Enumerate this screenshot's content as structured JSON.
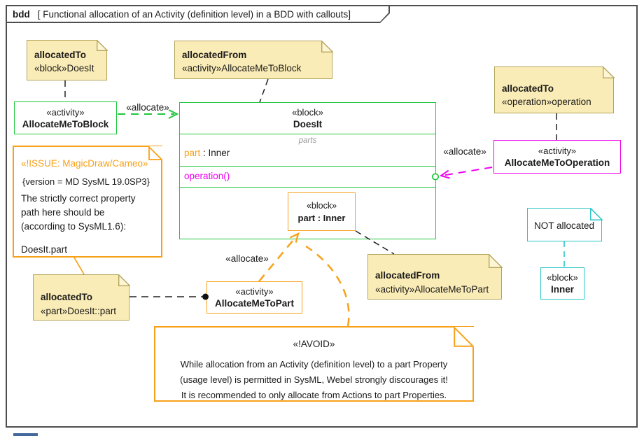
{
  "frame": {
    "keyword": "bdd",
    "title": "[ Functional allocation of an Activity (definition level) in a BDD with callouts]"
  },
  "edge_labels": {
    "allocate_to_block": "«allocate»",
    "allocate_to_operation": "«allocate»",
    "allocate_to_part": "«allocate»"
  },
  "blocks": {
    "allocate_me_to_block": {
      "stereotype": "«activity»",
      "name": "AllocateMeToBlock"
    },
    "doesit": {
      "stereotype": "«block»",
      "name": "DoesIt",
      "parts_compartment_label": "parts",
      "part_name": "part",
      "part_type": " : Inner",
      "operation": "operation()"
    },
    "part_inner": {
      "stereotype": "«block»",
      "name": "part : Inner"
    },
    "allocate_me_to_operation": {
      "stereotype": "«activity»",
      "name": "AllocateMeToOperation"
    },
    "allocate_me_to_part": {
      "stereotype": "«activity»",
      "name": "AllocateMeToPart"
    },
    "inner": {
      "stereotype": "«block»",
      "name": "Inner"
    }
  },
  "notes": {
    "allocated_to_doesit": {
      "title": "allocatedTo",
      "body": "«block»DoesIt"
    },
    "allocated_from_block": {
      "title": "allocatedFrom",
      "body": "«activity»AllocateMeToBlock"
    },
    "allocated_to_operation": {
      "title": "allocatedTo",
      "body": "«operation»operation"
    },
    "issue": {
      "heading": "«!ISSUE: MagicDraw/Cameo»",
      "version": "{version = MD SysML 19.0SP3}",
      "body_line1": "The strictly correct property",
      "body_line2": "path here should be",
      "body_line3": "(according to SysML1.6):",
      "path": "DoesIt.part"
    },
    "allocated_to_part": {
      "title": "allocatedTo",
      "body": "«part»DoesIt::part"
    },
    "allocated_from_part": {
      "title": "allocatedFrom",
      "body": "«activity»AllocateMeToPart"
    },
    "not_allocated": {
      "body": "NOT allocated"
    },
    "avoid": {
      "heading": "«!AVOID»",
      "body_line1": "While allocation from an Activity (definition level) to a part Property",
      "body_line2": "(usage level) is permitted in SysML, Webel strongly discourages it!",
      "body_line3": "It is recommended to only allocate from Actions to part Properties."
    }
  },
  "colors": {
    "block_green": "#1fc73c",
    "orange": "#f7a11a",
    "magenta": "#ee00ee",
    "cyan": "#29c4c6",
    "note_fill": "#faecb6",
    "note_border": "#b4a45c",
    "frame_gray": "#4e4e4e"
  }
}
